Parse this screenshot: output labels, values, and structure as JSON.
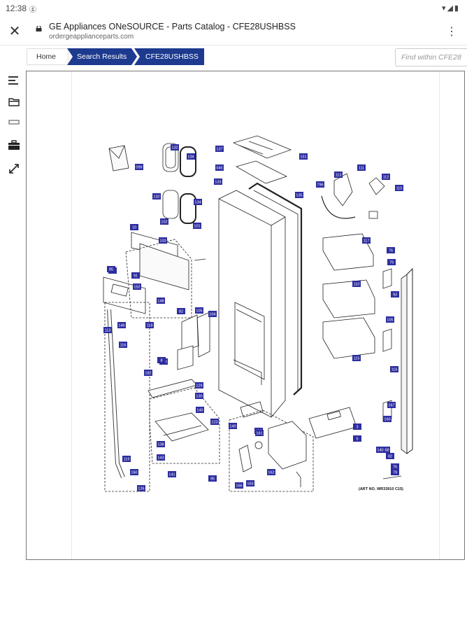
{
  "status_bar": {
    "time": "12:38",
    "indicator": "ⓖ",
    "icons": "▾◢▮"
  },
  "browser": {
    "close_icon": "close-icon",
    "title": "GE Appliances ONeSOURCE - Parts Catalog - CFE28USHBSS",
    "url": "ordergeapplianceparts.com",
    "menu_icon": "⋮"
  },
  "breadcrumb": {
    "home": "Home",
    "search_results": "Search Results",
    "model": "CFE28USHBSS"
  },
  "search": {
    "placeholder": "Find within CFE28"
  },
  "toolbar": {
    "icons": [
      "list-icon",
      "folder-icon",
      "minus-icon",
      "briefcase-icon",
      "expand-icon"
    ]
  },
  "diagram": {
    "art_number": "(ART NO. WR33910 C15)",
    "colors": {
      "callout": "#2d2da0",
      "breadcrumb": "#1d3a8f"
    },
    "callouts": [
      {
        "label": "099"
      },
      {
        "label": "132"
      },
      {
        "label": "134"
      },
      {
        "label": "132"
      },
      {
        "label": "134"
      },
      {
        "label": "137"
      },
      {
        "label": "151"
      },
      {
        "label": "045"
      },
      {
        "label": "133"
      },
      {
        "label": "135"
      },
      {
        "label": "796"
      },
      {
        "label": "113"
      },
      {
        "label": "111"
      },
      {
        "label": "112"
      },
      {
        "label": "115"
      },
      {
        "label": "90"
      },
      {
        "label": "10"
      },
      {
        "label": "103"
      },
      {
        "label": "102"
      },
      {
        "label": "101"
      },
      {
        "label": "117"
      },
      {
        "label": "76"
      },
      {
        "label": "79"
      },
      {
        "label": "85"
      },
      {
        "label": "91"
      },
      {
        "label": "152"
      },
      {
        "label": "148"
      },
      {
        "label": "118"
      },
      {
        "label": "146"
      },
      {
        "label": "82"
      },
      {
        "label": "105"
      },
      {
        "label": "104"
      },
      {
        "label": "116"
      },
      {
        "label": "113"
      },
      {
        "label": "110"
      },
      {
        "label": "115"
      },
      {
        "label": "105"
      },
      {
        "label": "182"
      },
      {
        "label": "109"
      },
      {
        "label": "8"
      },
      {
        "label": "93"
      },
      {
        "label": "116"
      },
      {
        "label": "167"
      },
      {
        "label": "82"
      },
      {
        "label": "160"
      },
      {
        "label": "129"
      },
      {
        "label": "130"
      },
      {
        "label": "140"
      },
      {
        "label": "123"
      },
      {
        "label": "140"
      },
      {
        "label": "102"
      },
      {
        "label": "161"
      },
      {
        "label": "3"
      },
      {
        "label": "5"
      },
      {
        "label": "168"
      },
      {
        "label": "138"
      },
      {
        "label": "143"
      },
      {
        "label": "141"
      },
      {
        "label": "95"
      },
      {
        "label": "164"
      },
      {
        "label": "166"
      },
      {
        "label": "163"
      },
      {
        "label": "162"
      },
      {
        "label": "119"
      },
      {
        "label": "160"
      },
      {
        "label": "126"
      },
      {
        "label": "76"
      },
      {
        "label": "79"
      },
      {
        "label": "140"
      }
    ]
  }
}
